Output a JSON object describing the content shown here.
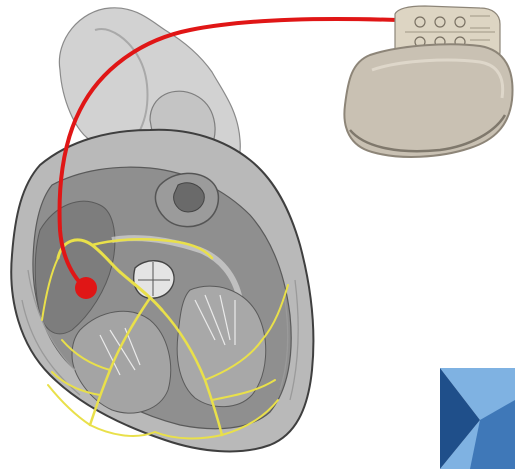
{
  "image": {
    "subject": "heart-with-pacemaker",
    "has_caption": false
  },
  "colors": {
    "background": "#ffffff",
    "heart_fill": "#b9b9b9",
    "heart_dark": "#6f6f6f",
    "heart_light": "#e4e4e4",
    "heart_outline": "#3f3f3f",
    "conduction_yellow": "#e9e04a",
    "pacemaker_lead_red": "#e01616",
    "pacemaker_body": "#c9c1b3",
    "pacemaker_rim": "#8d8578",
    "pacemaker_header": "#ddd5c3",
    "logo_blue_dark": "#1f4f8a",
    "logo_blue_light": "#7fb2e2"
  },
  "icons": {
    "heart": "heart-illustration",
    "pacemaker": "pacemaker-device",
    "lead": "pacemaker-lead",
    "electrode": "electrode-tip",
    "corner_mark": "corner-logo"
  }
}
